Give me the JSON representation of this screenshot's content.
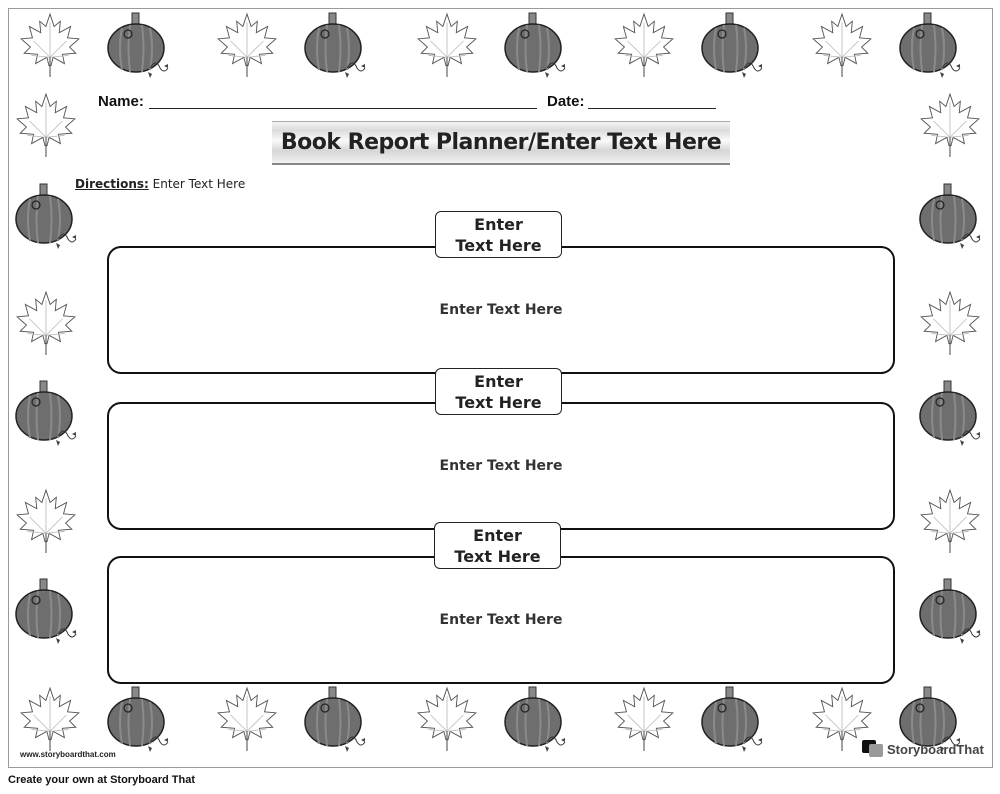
{
  "worksheet": {
    "name_label": "Name:",
    "date_label": "Date:",
    "title": "Book Report Planner/Enter Text Here",
    "directions_label": "Directions:",
    "directions_text": " Enter Text Here",
    "sections": [
      {
        "heading": "Enter Text Here",
        "body": "Enter Text Here"
      },
      {
        "heading": "Enter Text Here",
        "body": "Enter Text Here"
      },
      {
        "heading": "Enter Text Here",
        "body": "Enter Text Here"
      }
    ],
    "border_icons": [
      "maple-leaf-icon",
      "pumpkin-icon"
    ],
    "watermark": "www.storyboardthat.com",
    "logo_text": "StoryboardThat"
  },
  "footer": {
    "text": "Create your own at Storyboard That"
  }
}
